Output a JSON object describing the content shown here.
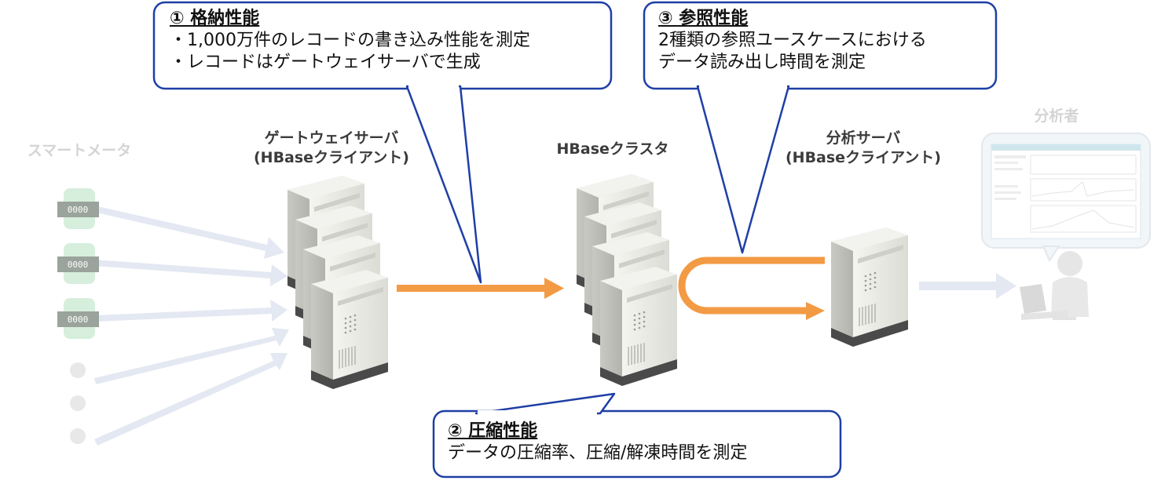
{
  "labels": {
    "smart_meter": "スマートメータ",
    "gateway_line1": "ゲートウェイサーバ",
    "gateway_line2": "(HBaseクライアント)",
    "hbase_cluster": "HBaseクラスタ",
    "analysis_line1": "分析サーバ",
    "analysis_line2": "(HBaseクライアント)",
    "analyst": "分析者"
  },
  "meters": [
    {
      "value": "0000"
    },
    {
      "value": "0000"
    },
    {
      "value": "0000"
    }
  ],
  "callouts": {
    "storage": {
      "title": "① 格納性能",
      "lines": [
        "・1,000万件のレコードの書き込み性能を測定",
        "・レコードはゲートウェイサーバで生成"
      ]
    },
    "reference": {
      "title": "③ 参照性能",
      "lines": [
        "2種類の参照ユースケースにおける",
        "データ読み出し時間を測定"
      ]
    },
    "compression": {
      "title": "② 圧縮性能",
      "lines": [
        "データの圧縮率、圧縮/解凍時間を測定"
      ]
    }
  },
  "colors": {
    "arrow_orange": "#f39a45",
    "callout_border": "#1f3fa6",
    "faded_arrow": "#e3e8f2",
    "meter_green": "#d6efdc",
    "server_body": "#e6e6e0"
  }
}
